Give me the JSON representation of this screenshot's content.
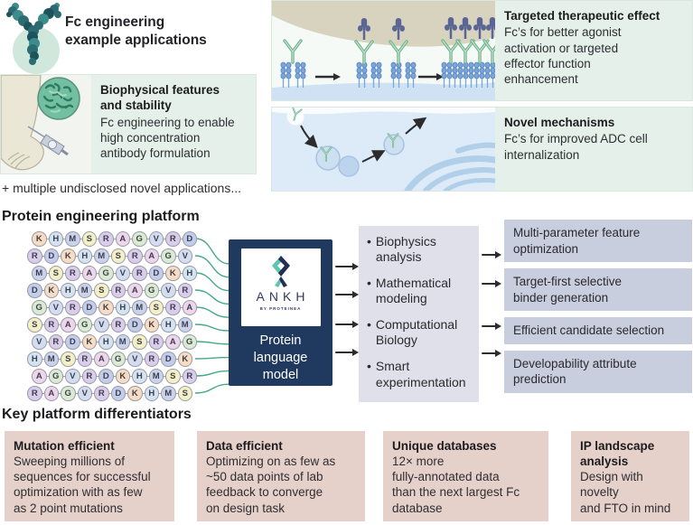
{
  "header": {
    "title": "Fc engineering\nexample applications"
  },
  "applications": [
    {
      "title": "Biophysical features\nand stability",
      "body": "Fc engineering to enable\nhigh concentration\nantibody formulation"
    },
    {
      "title": "Targeted therapeutic effect",
      "body": "Fc’s for better agonist\nactivation or targeted\neffector function\nenhancement"
    },
    {
      "title": "Novel mechanisms",
      "body": "Fc’s for improved ADC cell\ninternalization"
    }
  ],
  "footnote": "+ multiple undisclosed novel applications...",
  "platform": {
    "title": "Protein engineering platform",
    "bullet": "•",
    "sequences": [
      "KHMSRAGVRD",
      "RDKHMSRAGV",
      "MSRAGVRDKH",
      "DKHMSRAGVR",
      "GVRDKHMSRA",
      "SRAGVRDKHM",
      "VRDKHMSRAG",
      "HMSRAGVRDK",
      "AGVRDKHMSR",
      "RAGVRDKHMS"
    ],
    "model": {
      "brand": "ANKH",
      "sub_brand": "BY PROTEINEA",
      "label": "Protein\nlanguage\nmodel"
    },
    "capabilities": [
      "Biophysics\nanalysis",
      "Mathematical\nmodeling",
      "Computational\nBiology",
      "Smart\nexperimentation"
    ],
    "outputs": [
      "Multi-parameter feature\noptimization",
      "Target-first selective\nbinder generation",
      "Efficient candidate selection",
      "Developability attribute\nprediction"
    ]
  },
  "differentiators": {
    "title": "Key platform differentiators",
    "items": [
      {
        "title": "Mutation efficient",
        "body": "Sweeping millions of\nsequences for successful\noptimization with as few\nas 2 point mutations"
      },
      {
        "title": "Data efficient",
        "body": "Optimizing on as few as\n~50 data points of lab\nfeedback to converge\non design task"
      },
      {
        "title": "Unique databases",
        "body": "12× more\nfully-annotated data\nthan the next largest Fc\ndatabase"
      },
      {
        "title": "IP landscape\nanalysis",
        "body": "Design with novelty\nand FTO in mind"
      }
    ]
  },
  "colors": {
    "navy": "#20395e",
    "teal": "#5fc4b0",
    "green_panel": "#e4f0e9",
    "lavender_panel": "#dfe0ea",
    "output_box": "#c9cede",
    "pink_panel": "#e6d1ca",
    "connector_green": "#45a98a",
    "residues": {
      "K": "#f6dcc2",
      "H": "#d3e3f2",
      "M": "#c9d3ec",
      "S": "#f4f0c6",
      "R": "#d9cdeb",
      "A": "#edd6eb",
      "G": "#d9ecd2",
      "V": "#d3ddf1",
      "D": "#c2cdeb"
    }
  }
}
